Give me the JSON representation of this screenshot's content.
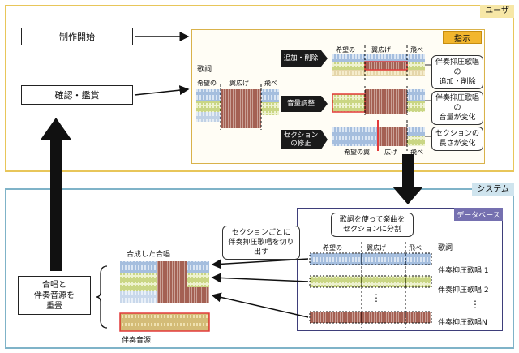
{
  "tags": {
    "user": "ユーザ",
    "system": "システム",
    "instruction": "指示",
    "database": "データベース"
  },
  "left": {
    "start": "制作開始",
    "confirm": "確認・鑑賞",
    "merge": "合唱と\n伴奏音源を\n重畳"
  },
  "instruction": {
    "lyrics_label": "歌詞",
    "segments": [
      "希望の",
      "翼広げ",
      "飛べ"
    ],
    "segments_bottom": [
      "希望の翼",
      "広げ",
      "飛べ"
    ],
    "ops": [
      "追加・削除",
      "音量調整",
      "セクション\nの修正"
    ],
    "results": [
      "伴奏抑圧歌唱の\n追加・削除",
      "伴奏抑圧歌唱の\n音量が変化",
      "セクションの\n長さが変化"
    ]
  },
  "system": {
    "split_callout": "歌詞を使って楽曲を\nセクションに分割",
    "cut_callout": "セクションごとに\n伴奏抑圧歌唱を切り出す",
    "chorus_label": "合成した合唱",
    "accomp_label": "伴奏音源",
    "db_segments": [
      "希望の",
      "翼広げ",
      "飛べ"
    ],
    "db_lyrics": "歌詞",
    "tracks": [
      "伴奏抑圧歌唱 1",
      "伴奏抑圧歌唱 2",
      "伴奏抑圧歌唱N"
    ],
    "vdots": "⋮"
  },
  "colors": {
    "wave_blue": "#7fa7d6",
    "wave_green": "#b5c84a",
    "wave_brown": "#9c4a3c",
    "wave_gold": "#d3b55c",
    "highlight": "#e23a3a",
    "arrow": "#111111"
  }
}
